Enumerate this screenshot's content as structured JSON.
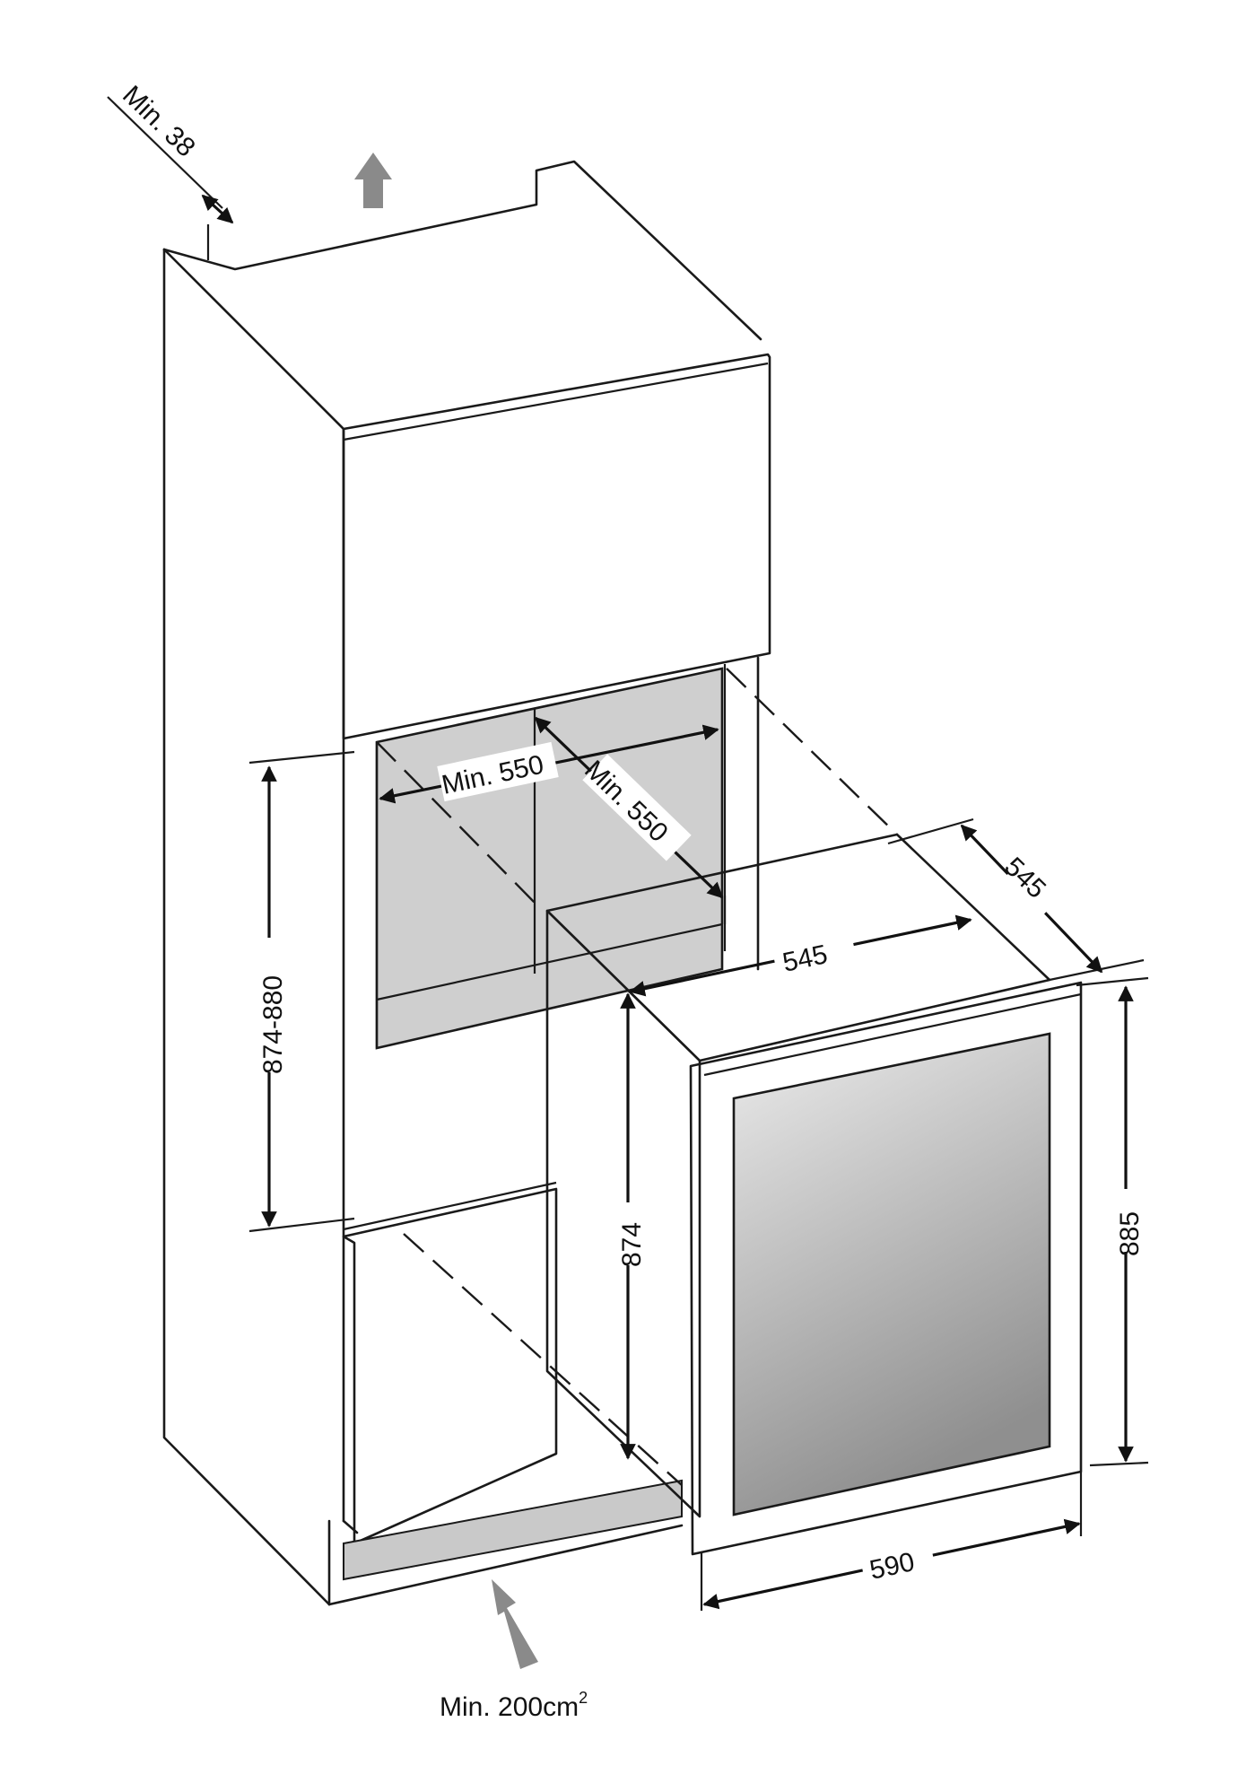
{
  "labels": {
    "min_38": "Min. 38",
    "height_range": "874-880",
    "min_550_width": "Min. 550",
    "min_550_depth": "Min. 550",
    "depth_545_side": "545",
    "depth_545_top": "545",
    "height_874": "874",
    "height_885": "885",
    "width_590": "590",
    "ventilation": "Min. 200cm",
    "ventilation_sup": "2"
  },
  "colors": {
    "line": "#1a1a1a",
    "niche_fill": "#cfcfcf",
    "glass_top": "#e6e6e6",
    "glass_bottom": "#9a9a9a",
    "arrow_gray": "#8a8a8a"
  },
  "icons": {
    "exhaust_arrow": "arrow-up-icon",
    "intake_arrow": "arrow-up-left-icon"
  }
}
